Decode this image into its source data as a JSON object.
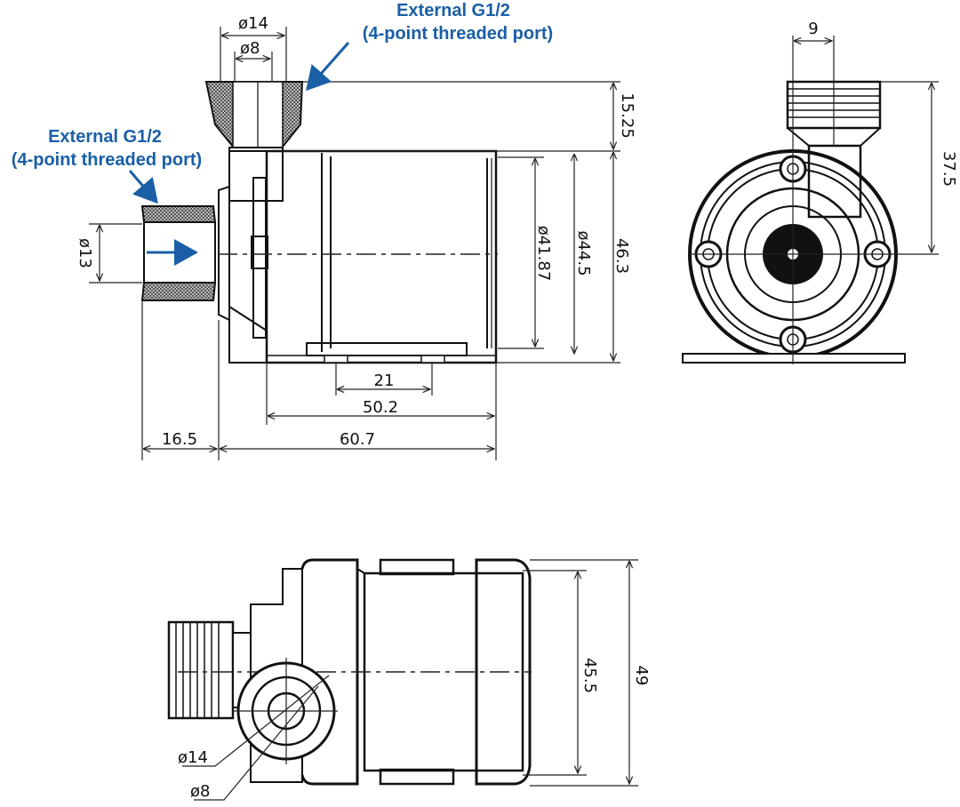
{
  "callouts": {
    "top_port": {
      "line1": "External G1/2",
      "line2": "(4-point threaded port)"
    },
    "side_port": {
      "line1": "External G1/2",
      "line2": "(4-point threaded port)"
    }
  },
  "side_view": {
    "outlet_outer_dia": "ø14",
    "outlet_inner_dia": "ø8",
    "inlet_dia": "ø13",
    "outlet_height": "15.25",
    "body_inner_dia": "ø41.87",
    "body_outer_dia": "ø44.5",
    "total_height": "46.3",
    "foot_hole_spacing": "21",
    "base_length": "50.2",
    "inlet_length": "16.5",
    "body_length": "60.7"
  },
  "front_view": {
    "outlet_offset": "9",
    "outlet_center_height": "37.5"
  },
  "top_view": {
    "body_dia": "45.5",
    "overall_width": "49",
    "outlet_outer_dia": "ø14",
    "outlet_inner_dia": "ø8"
  },
  "colors": {
    "callout": "#1a5fa6",
    "line": "#111111"
  }
}
